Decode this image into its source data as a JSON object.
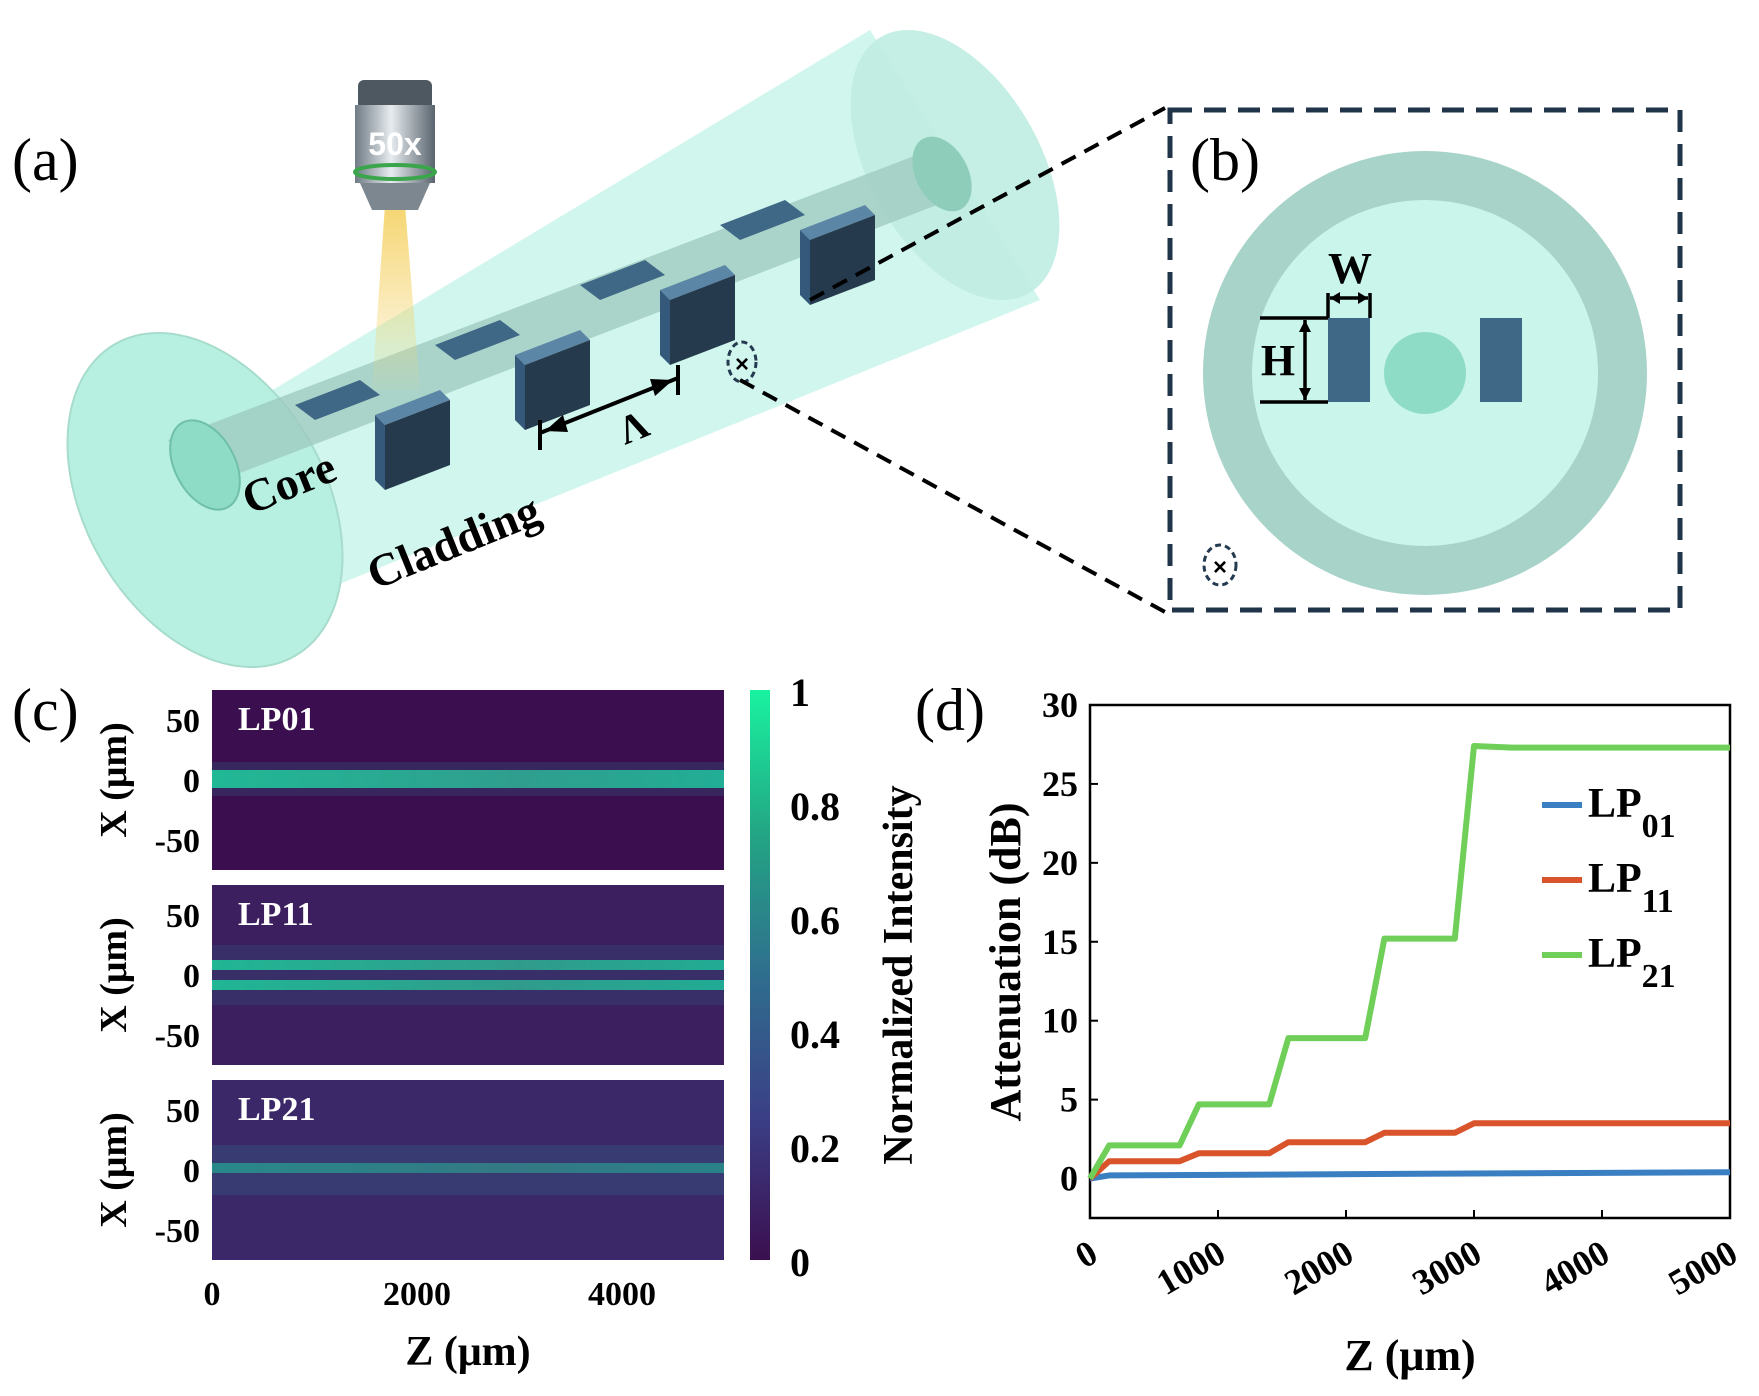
{
  "panels": {
    "a": "(a)",
    "b": "(b)",
    "c": "(c)",
    "d": "(d)"
  },
  "schematic": {
    "objective_label": "50x",
    "core_label": "Core",
    "cladding_label": "Cladding",
    "period_label": "Λ",
    "width_label": "W",
    "height_label": "H"
  },
  "colors": {
    "cladding": "#c9f5ea",
    "cladding_ring": "#a8d3c8",
    "core": "#8fdcc6",
    "grating_block": "#3f6786",
    "blue": "#3a7fc1",
    "orange": "#d9532b",
    "green": "#6fcf59"
  },
  "maps": {
    "mode_labels": [
      "LP01",
      "LP11",
      "LP21"
    ],
    "ylabel": "X (μm)",
    "xlabel": "Z (μm)",
    "y_ticks": [
      "50",
      "0",
      "-50"
    ],
    "x_ticks": [
      "0",
      "2000",
      "4000"
    ],
    "colorbar_label": "Normalized Intensity",
    "colorbar_ticks": [
      "1",
      "0.8",
      "0.6",
      "0.4",
      "0.2",
      "0"
    ]
  },
  "chart_data": {
    "type": "line",
    "xlabel": "Z (μm)",
    "ylabel": "Attenuation (dB)",
    "xlim": [
      0,
      5000
    ],
    "ylim": [
      -2.5,
      30
    ],
    "x_ticks": [
      "0",
      "1000",
      "2000",
      "3000",
      "4000",
      "5000"
    ],
    "y_ticks": [
      "0",
      "5",
      "10",
      "15",
      "20",
      "25",
      "30"
    ],
    "legend_position": "top-right",
    "series": [
      {
        "name": "LP01",
        "legend_main": "LP",
        "legend_sub": "01",
        "color": "#3a7fc1",
        "x": [
          0,
          150,
          5000
        ],
        "y": [
          0,
          0.2,
          0.4
        ]
      },
      {
        "name": "LP11",
        "legend_main": "LP",
        "legend_sub": "11",
        "color": "#d9532b",
        "x": [
          0,
          150,
          700,
          850,
          1400,
          1550,
          2150,
          2300,
          2850,
          3000,
          5000
        ],
        "y": [
          0,
          1.1,
          1.1,
          1.6,
          1.6,
          2.3,
          2.3,
          2.9,
          2.9,
          3.5,
          3.5
        ]
      },
      {
        "name": "LP21",
        "legend_main": "LP",
        "legend_sub": "21",
        "color": "#6fcf59",
        "x": [
          0,
          150,
          700,
          850,
          1400,
          1550,
          2150,
          2300,
          2850,
          3000,
          3300,
          5000
        ],
        "y": [
          0,
          2.1,
          2.1,
          4.7,
          4.7,
          8.9,
          8.9,
          15.2,
          15.2,
          27.4,
          27.3,
          27.3
        ]
      }
    ]
  }
}
